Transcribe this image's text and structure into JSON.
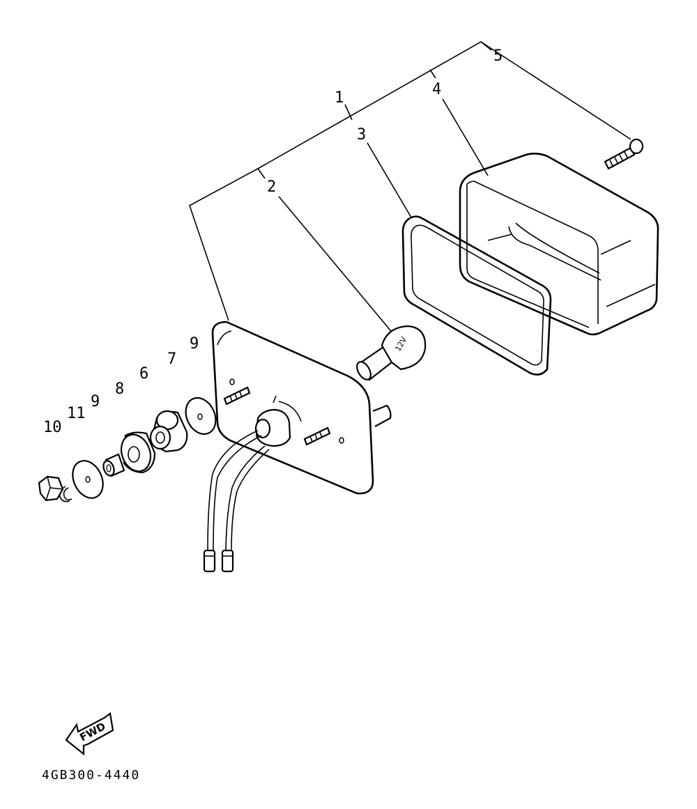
{
  "diagram": {
    "callouts": {
      "c1": "1",
      "c2": "2",
      "c3": "3",
      "c4": "4",
      "c5": "5",
      "c6": "6",
      "c7": "7",
      "c8": "8",
      "c9a": "9",
      "c9b": "9",
      "c10": "10",
      "c11": "11"
    },
    "direction_label": "FWD",
    "bulb_marking": "12V",
    "diagram_code": "4GB300-4440"
  }
}
